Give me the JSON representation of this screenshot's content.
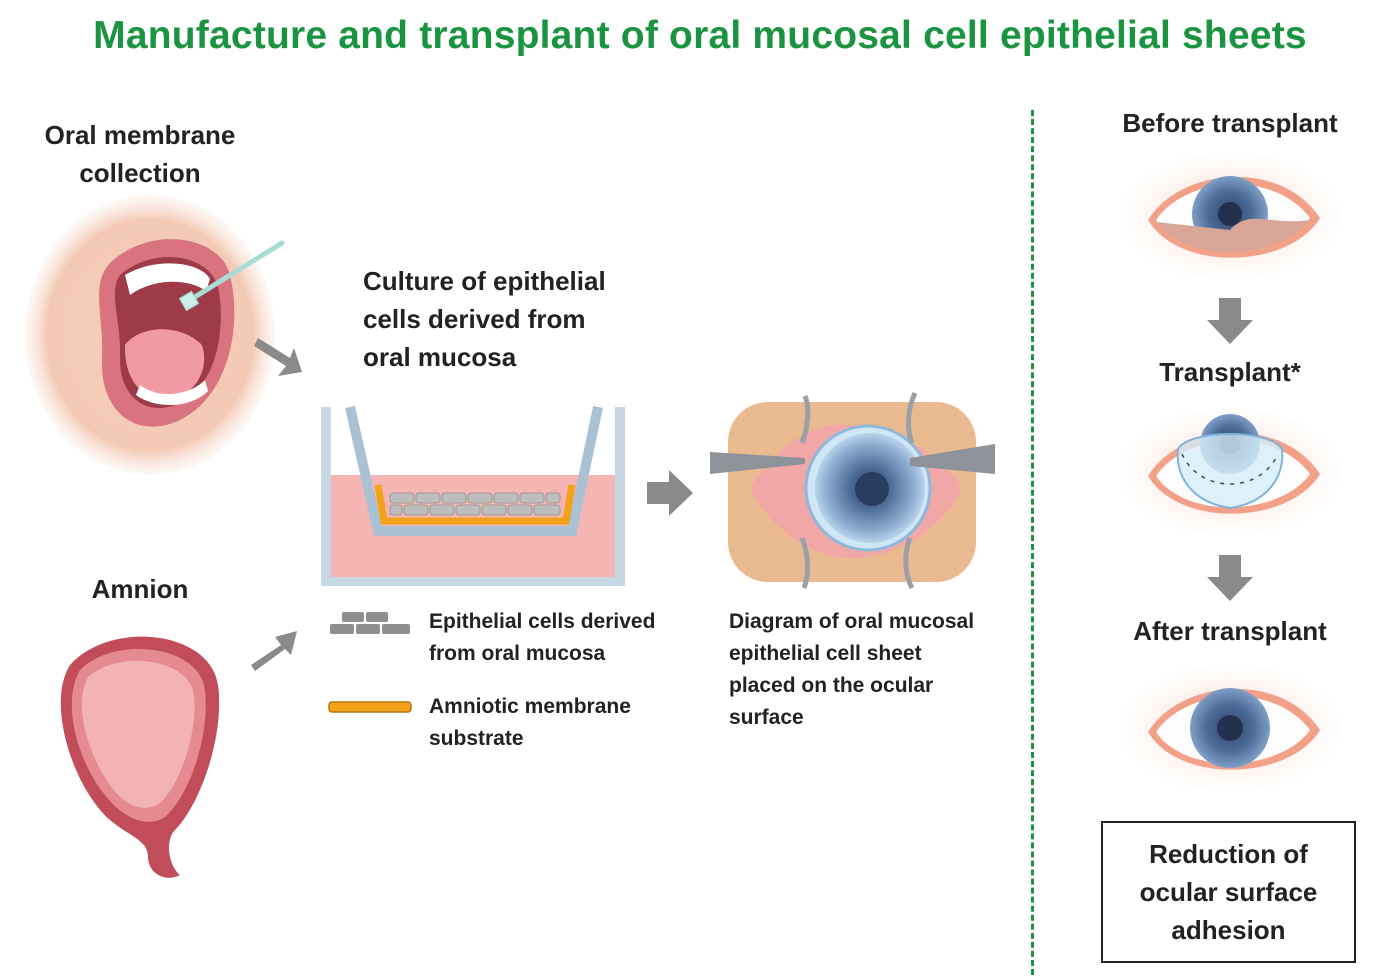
{
  "title": "Manufacture and transplant of oral mucosal cell epithelial sheets",
  "left": {
    "oral_label": "Oral membrane\ncollection",
    "amnion_label": "Amnion"
  },
  "culture": {
    "title": "Culture of epithelial\ncells derived from\noral mucosa",
    "legend": [
      {
        "icon": "cell-layer-icon",
        "text": "Epithelial cells derived\nfrom oral mucosa"
      },
      {
        "icon": "amniotic-strip-icon",
        "text": "Amniotic membrane\nsubstrate"
      }
    ]
  },
  "surgery": {
    "caption": "Diagram of oral mucosal\nepithelial cell sheet\nplaced on the ocular\nsurface"
  },
  "right": {
    "before": "Before transplant",
    "transplant": "Transplant*",
    "after": "After transplant",
    "result": "Reduction of\nocular surface\nadhesion"
  },
  "colors": {
    "title_green": "#1a9440",
    "arrow_gray": "#8a8a8a",
    "amnion_orange": "#f4a11a",
    "medium_pink": "#f5b5b2"
  }
}
